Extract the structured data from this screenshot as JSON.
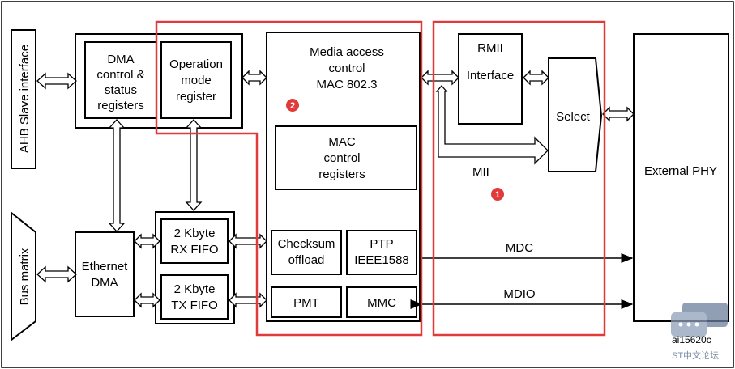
{
  "colors": {
    "stroke": "#000000",
    "highlight": "#e03a3a",
    "badge": "#e03a3a",
    "watermark": "#6b7f9c"
  },
  "blocks": {
    "ahb_slave": "AHB Slave interface",
    "bus_matrix": "Bus matrix",
    "dma_control": [
      "DMA",
      "control &",
      "status",
      "registers"
    ],
    "operation_mode": [
      "Operation",
      "mode",
      "register"
    ],
    "mac": [
      "Media access",
      "control",
      "MAC 802.3"
    ],
    "mac_control": [
      "MAC",
      "control",
      "registers"
    ],
    "checksum": [
      "Checksum",
      "offload"
    ],
    "ptp": [
      "PTP",
      "IEEE1588"
    ],
    "pmt": "PMT",
    "mmc": "MMC",
    "ethernet_dma": [
      "Ethernet",
      "DMA"
    ],
    "rx_fifo": [
      "2 Kbyte",
      "RX FIFO"
    ],
    "tx_fifo": [
      "2 Kbyte",
      "TX FIFO"
    ],
    "rmii": [
      "RMII",
      "Interface"
    ],
    "select": "Select",
    "external_phy": "External PHY"
  },
  "signals": {
    "mii": "MII",
    "mdc": "MDC",
    "mdio": "MDIO"
  },
  "badges": {
    "one": "1",
    "two": "2"
  },
  "footer": {
    "code": "ai15620c",
    "watermark_text": "ST中文论坛",
    "watermark_icon": "chat-bubble-icon"
  }
}
